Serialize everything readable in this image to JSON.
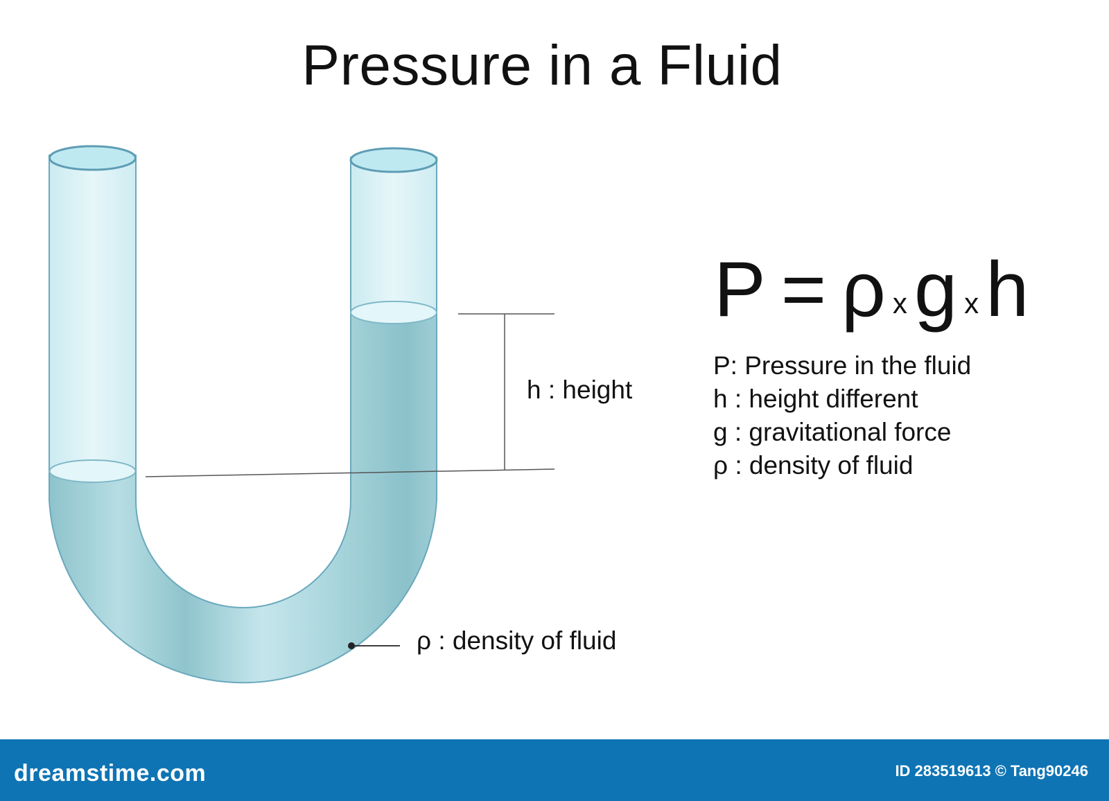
{
  "title": "Pressure in a Fluid",
  "labels": {
    "height": "h : height",
    "density": "ρ : density of fluid"
  },
  "formula": {
    "lhs": "P",
    "equals": "=",
    "rho": "ρ",
    "times_1": "x",
    "g": "g",
    "times_2": "x",
    "h": "h"
  },
  "legend": [
    "P: Pressure in the fluid",
    "h : height different",
    "g : gravitational force",
    "ρ : density of fluid"
  ],
  "footer": {
    "brand": "dreamstime.com",
    "id_label": "ID 283519613",
    "copyright": "©",
    "author": "Tang90246"
  },
  "colors": {
    "footer_bg": "#0e74b4",
    "tube_light": "#d8f1f6",
    "fluid": "#9ccdd6",
    "tube_edge": "#5d9db4"
  }
}
